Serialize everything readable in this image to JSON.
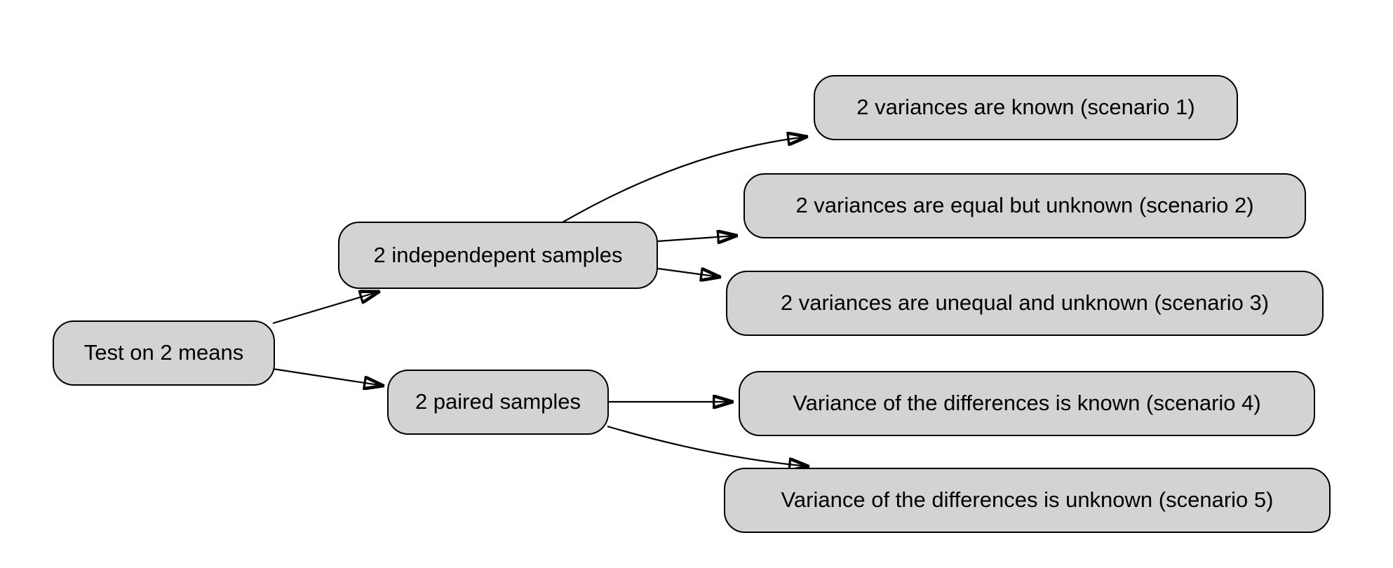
{
  "diagram": {
    "type": "flowchart",
    "direction": "left-to-right",
    "background_color": "#ffffff",
    "node_fill_color": "#d3d3d3",
    "node_border_color": "#000000",
    "node_text_color": "#000000",
    "edge_color": "#000000",
    "nodes": {
      "root": {
        "label": "Test on 2 means"
      },
      "independent": {
        "label": "2 independepent samples"
      },
      "paired": {
        "label": "2 paired samples"
      },
      "scenario1": {
        "label": "2 variances are known (scenario 1)"
      },
      "scenario2": {
        "label": "2 variances are equal but unknown (scenario 2)"
      },
      "scenario3": {
        "label": "2 variances are unequal and unknown (scenario 3)"
      },
      "scenario4": {
        "label": "Variance of the differences is known (scenario 4)"
      },
      "scenario5": {
        "label": "Variance of the differences is unknown (scenario 5)"
      }
    },
    "edges": [
      {
        "from": "Test on 2 means",
        "to": "2 independepent samples"
      },
      {
        "from": "Test on 2 means",
        "to": "2 paired samples"
      },
      {
        "from": "2 independepent samples",
        "to": "2 variances are known (scenario 1)"
      },
      {
        "from": "2 independepent samples",
        "to": "2 variances are equal but unknown (scenario 2)"
      },
      {
        "from": "2 independepent samples",
        "to": "2 variances are unequal and unknown (scenario 3)"
      },
      {
        "from": "2 paired samples",
        "to": "Variance of the differences is known (scenario 4)"
      },
      {
        "from": "2 paired samples",
        "to": "Variance of the differences is unknown (scenario 5)"
      }
    ]
  }
}
